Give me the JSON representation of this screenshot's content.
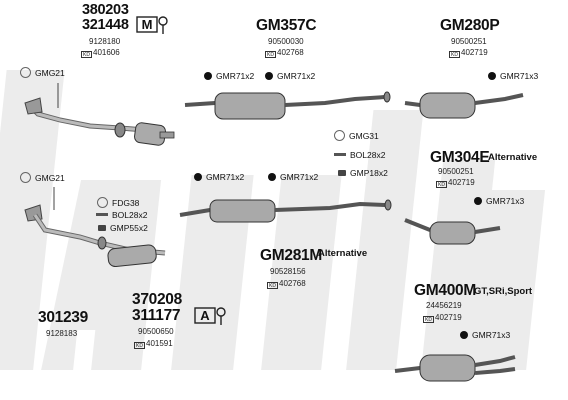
{
  "sections": {
    "top_left": {
      "part_numbers": [
        "380203",
        "321448"
      ],
      "oe_number": "9128180",
      "ref": "401606"
    },
    "gm357c": {
      "part_number": "GM357C",
      "oe_number": "90500030",
      "ref": "402768"
    },
    "gm280p": {
      "part_number": "GM280P",
      "oe_number": "90500251",
      "ref": "402719"
    },
    "gm304e": {
      "part_number": "GM304E",
      "alt": "Alternative",
      "oe_number": "90500251",
      "ref": "402719"
    },
    "gm281m": {
      "part_number": "GM281M",
      "alt": "Alternative",
      "oe_number": "90528156",
      "ref": "402768"
    },
    "gm400m": {
      "part_number": "GM400M",
      "alt": "GT,SRi,Sport",
      "oe_number": "24456219",
      "ref": "402719"
    },
    "bottom_left_a": {
      "part_number": "301239",
      "oe_number": "9128183"
    },
    "bottom_left_b": {
      "part_numbers": [
        "370208",
        "311177"
      ],
      "oe_number": "90500650",
      "ref": "401591"
    }
  },
  "labels": {
    "gmg21_top": "GMG21",
    "gmg21_mid": "GMG21",
    "gmr71x2_a": "GMR71x2",
    "gmr71x2_b": "GMR71x2",
    "gmr71x3_top": "GMR71x3",
    "gmg31": "GMG31",
    "bol28x2_mid": "BOL28x2",
    "gmp18x2": "GMP18x2",
    "gmr71x2_c": "GMR71x2",
    "gmr71x2_d": "GMR71x2",
    "gmr71x3_mid": "GMR71x3",
    "fdg38": "FDG38",
    "bol28x2_left": "BOL28x2",
    "gmp55x2": "GMP55x2",
    "gmr71x3_bottom": "GMR71x3"
  },
  "icons": {
    "top": "M",
    "bottom": "A"
  },
  "colors": {
    "watermark": "#ececec",
    "part_fill": "#a9a9a9",
    "part_dark": "#555555",
    "text": "#111111"
  }
}
